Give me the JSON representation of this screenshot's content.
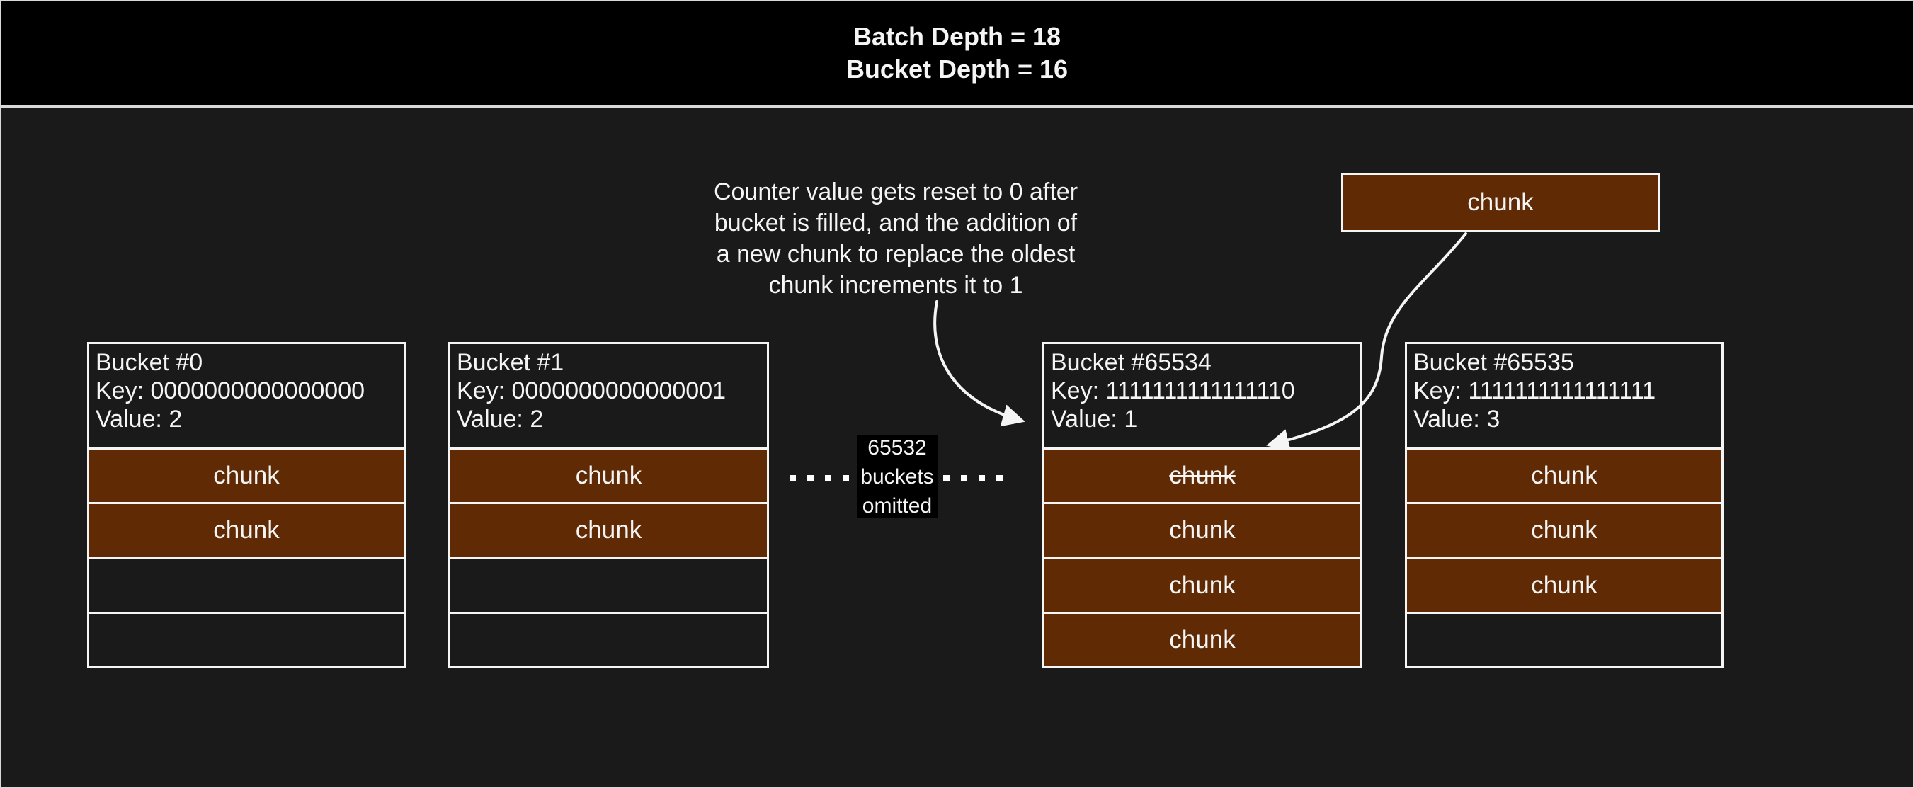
{
  "title_bar": {
    "line1": "Batch Depth = 18",
    "line2": "Bucket Depth = 16"
  },
  "annotation": {
    "lines": [
      "Counter value gets reset to 0 after",
      "bucket is filled, and the addition of",
      "a new chunk to replace the oldest",
      "chunk increments it to 1"
    ]
  },
  "floating_chunk": {
    "label": "chunk"
  },
  "omitted_gap": {
    "lines": [
      "65532",
      "buckets",
      "omitted"
    ]
  },
  "buckets": [
    {
      "title": "Bucket #0",
      "key_line": "Key: 0000000000000000",
      "value_line": "Value: 2",
      "slots": [
        {
          "label": "chunk",
          "state": "filled"
        },
        {
          "label": "chunk",
          "state": "filled"
        },
        {
          "label": "",
          "state": "empty"
        },
        {
          "label": "",
          "state": "empty"
        }
      ]
    },
    {
      "title": "Bucket #1",
      "key_line": "Key: 0000000000000001",
      "value_line": "Value: 2",
      "slots": [
        {
          "label": "chunk",
          "state": "filled"
        },
        {
          "label": "chunk",
          "state": "filled"
        },
        {
          "label": "",
          "state": "empty"
        },
        {
          "label": "",
          "state": "empty"
        }
      ]
    },
    {
      "title": "Bucket #65534",
      "key_line": "Key: 1111111111111110",
      "value_line": "Value: 1",
      "slots": [
        {
          "label": "chunk",
          "state": "struck"
        },
        {
          "label": "chunk",
          "state": "filled"
        },
        {
          "label": "chunk",
          "state": "filled"
        },
        {
          "label": "chunk",
          "state": "filled"
        }
      ]
    },
    {
      "title": "Bucket #65535",
      "key_line": "Key: 1111111111111111",
      "value_line": "Value: 3",
      "slots": [
        {
          "label": "chunk",
          "state": "filled"
        },
        {
          "label": "chunk",
          "state": "filled"
        },
        {
          "label": "chunk",
          "state": "filled"
        },
        {
          "label": "",
          "state": "empty"
        }
      ]
    }
  ],
  "colors": {
    "chunk_fill": "#602b04",
    "background": "#1a1a1a",
    "title_bar_bg": "#000000",
    "box_border": "#f5f5f5",
    "frame_border": "#d9d9d9",
    "text": "#f5f5f5"
  }
}
